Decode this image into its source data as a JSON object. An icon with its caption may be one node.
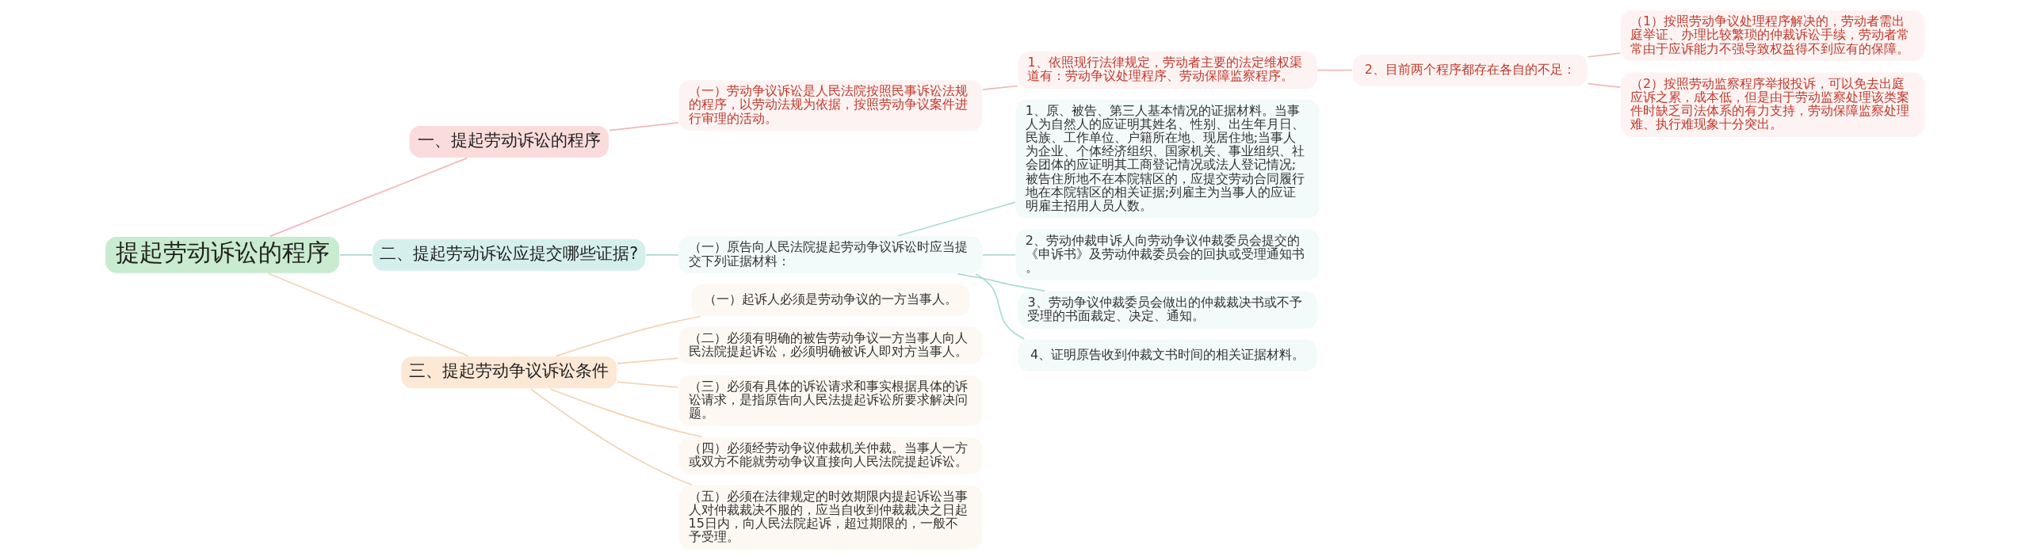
{
  "diagram": {
    "nodes": [
      {
        "text": [
          "提起劳动诉讼的程序"
        ]
      },
      {
        "text": [
          "一、提起劳动诉讼的程序"
        ]
      },
      {
        "text": [
          "（一）劳动争议诉讼是人民法院按照民事诉讼法规的程序，以劳动法规为依据，按照劳动争议案件进行审理的活动。"
        ]
      },
      {
        "text": [
          "1、依照现行法律规定，劳动者主要的法定维权渠道有：劳动争议处理程序、劳动保障监察程序。"
        ]
      },
      {
        "text": [
          "2、目前两个程序都存在各自的不足："
        ]
      },
      {
        "text": [
          "（1）按照劳动争议处理程序解决的，劳动者需出庭举证、办理比较繁琐的仲裁诉讼手续，劳动者常常由于应诉能力不强导致权益得不到应有的保障。"
        ]
      },
      {
        "text": [
          "（2）按照劳动监察程序举报投诉，可以免去出庭应诉之累，成本低，但是由于劳动监察处理该类案件时缺乏司法体系的有力支持，劳动保障监察处理难、执行难现象十分突出。"
        ]
      },
      {
        "text": [
          "二、提起劳动诉讼应提交哪些证据?"
        ]
      },
      {
        "text": [
          "（一）原告向人民法院提起劳动争议诉讼时应当提交下列证据材料："
        ]
      },
      {
        "text": [
          "1、原、被告、第三人基本情况的证据材料。当事人为自然人的应证明其姓名、性别、出生年月日、民族、工作单位、户籍所在地、现居住地;当事人为企业、个体经济组织、国家机关、事业组织、社会团体的应证明其工商登记情况或法人登记情况;被告住所地不在本院辖区的，应提交劳动合同履行地在本院辖区的相关证据;列雇主为当事人的应证明雇主招用人员人数。"
        ]
      },
      {
        "text": [
          "2、劳动仲裁申诉人向劳动争议仲裁委员会提交的《申诉书》及劳动仲裁委员会的回执或受理通知书。"
        ]
      },
      {
        "text": [
          "3、劳动争议仲裁委员会做出的仲裁裁决书或不予受理的书面裁定、决定、通知。"
        ]
      },
      {
        "text": [
          "4、证明原告收到仲裁文书时间的相关证据材料。"
        ]
      },
      {
        "text": [
          "三、提起劳动争议诉讼条件"
        ]
      },
      {
        "text": [
          "（一）起诉人必须是劳动争议的一方当事人。"
        ]
      },
      {
        "text": [
          "（二）必须有明确的被告劳动争议一方当事人向人民法院提起诉讼，必须明确被诉人即对方当事人。"
        ]
      },
      {
        "text": [
          "（三）必须有具体的诉讼请求和事实根据具体的诉讼请求，是指原告向人民法提起诉讼所要求解决问题。"
        ]
      },
      {
        "text": [
          "（四）必须经劳动争议仲裁机关仲裁。当事人一方或双方不能就劳动争议直接向人民法院提起诉讼。"
        ]
      },
      {
        "text": [
          "（五）必须在法律规定的时效期限内提起诉讼当事人对仲裁裁决不服的，应当自收到仲裁裁决之日起15日内，向人民法院起诉，超过期限的，一般不予受理。"
        ]
      }
    ],
    "edges": [
      {
        "from": 0,
        "to": 1,
        "arrow": "none"
      },
      {
        "from": 1,
        "to": 2,
        "arrow": "none"
      },
      {
        "from": 2,
        "to": 3,
        "arrow": "none"
      },
      {
        "from": 3,
        "to": 4,
        "arrow": "none"
      },
      {
        "from": 4,
        "to": 5,
        "arrow": "none"
      },
      {
        "from": 4,
        "to": 6,
        "arrow": "none"
      },
      {
        "from": 0,
        "to": 7,
        "arrow": "none"
      },
      {
        "from": 7,
        "to": 8,
        "arrow": "none"
      },
      {
        "from": 8,
        "to": 9,
        "arrow": "none"
      },
      {
        "from": 8,
        "to": 10,
        "arrow": "none"
      },
      {
        "from": 8,
        "to": 11,
        "arrow": "none"
      },
      {
        "from": 8,
        "to": 12,
        "arrow": "none"
      },
      {
        "from": 0,
        "to": 13,
        "arrow": "none"
      },
      {
        "from": 13,
        "to": 14,
        "arrow": "none"
      },
      {
        "from": 13,
        "to": 15,
        "arrow": "none"
      },
      {
        "from": 13,
        "to": 16,
        "arrow": "none"
      },
      {
        "from": 13,
        "to": 17,
        "arrow": "none"
      },
      {
        "from": 13,
        "to": 18,
        "arrow": "none"
      }
    ]
  }
}
